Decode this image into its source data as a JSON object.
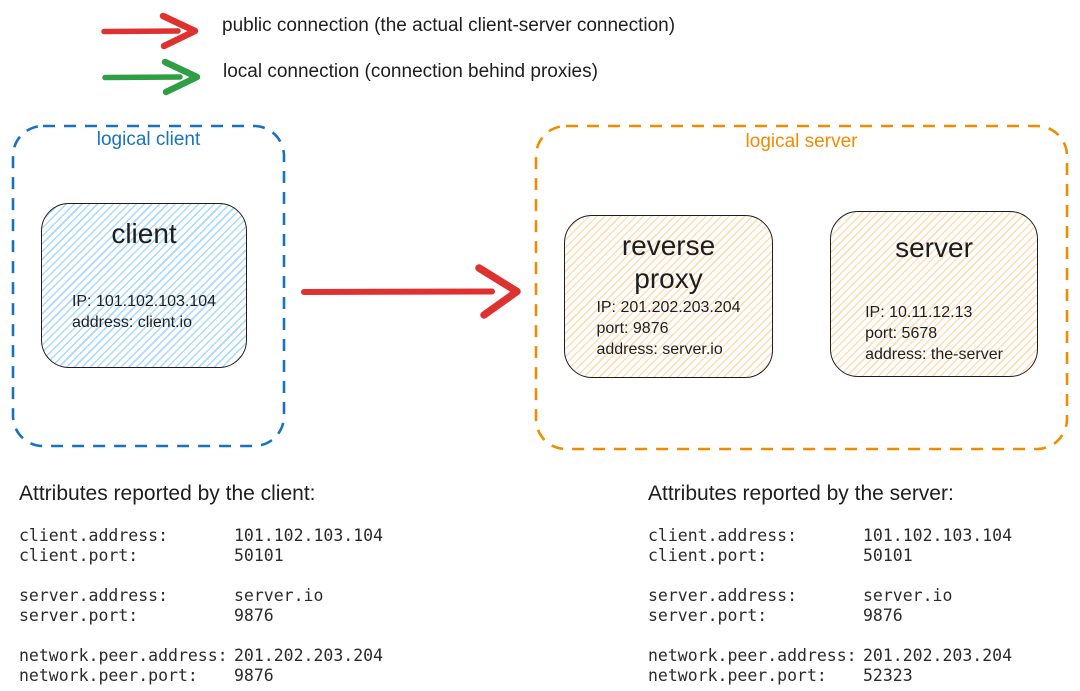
{
  "legend": {
    "public": {
      "label": "public connection (the actual client-server connection)",
      "color": "#e03131"
    },
    "local": {
      "label": "local connection (connection behind proxies)",
      "color": "#2f9e44"
    }
  },
  "groups": {
    "logical_client": {
      "label": "logical client",
      "color": "#1971c2"
    },
    "logical_server": {
      "label": "logical server",
      "color": "#f08c00"
    }
  },
  "nodes": {
    "client": {
      "title": "client",
      "fill": "#a5d8ff",
      "lines": [
        "IP: 101.102.103.104",
        "address: client.io"
      ]
    },
    "reverse_proxy": {
      "title": "reverse proxy",
      "fill": "#ffd8a8",
      "lines": [
        "IP: 201.202.203.204",
        "port: 9876",
        "address: server.io"
      ]
    },
    "server": {
      "title": "server",
      "fill": "#ffd8a8",
      "lines": [
        "IP: 10.11.12.13",
        "port: 5678",
        "address: the-server"
      ]
    }
  },
  "connections": {
    "public_arrow_color": "#e03131"
  },
  "attributes": {
    "client": {
      "heading": "Attributes reported by the client:",
      "groups": [
        {
          "rows": [
            {
              "key": "client.address:",
              "value": "101.102.103.104"
            },
            {
              "key": "client.port:",
              "value": "50101"
            }
          ]
        },
        {
          "rows": [
            {
              "key": "server.address:",
              "value": "server.io"
            },
            {
              "key": "server.port:",
              "value": "9876"
            }
          ]
        },
        {
          "rows": [
            {
              "key": "network.peer.address:",
              "value": "201.202.203.204"
            },
            {
              "key": "network.peer.port:",
              "value": "9876"
            }
          ]
        }
      ]
    },
    "server": {
      "heading": "Attributes reported by the server:",
      "groups": [
        {
          "rows": [
            {
              "key": "client.address:",
              "value": "101.102.103.104"
            },
            {
              "key": "client.port:",
              "value": "50101"
            }
          ]
        },
        {
          "rows": [
            {
              "key": "server.address:",
              "value": "server.io"
            },
            {
              "key": "server.port:",
              "value": "9876"
            }
          ]
        },
        {
          "rows": [
            {
              "key": "network.peer.address:",
              "value": "201.202.203.204"
            },
            {
              "key": "network.peer.port:",
              "value": "52323"
            }
          ]
        }
      ]
    }
  }
}
